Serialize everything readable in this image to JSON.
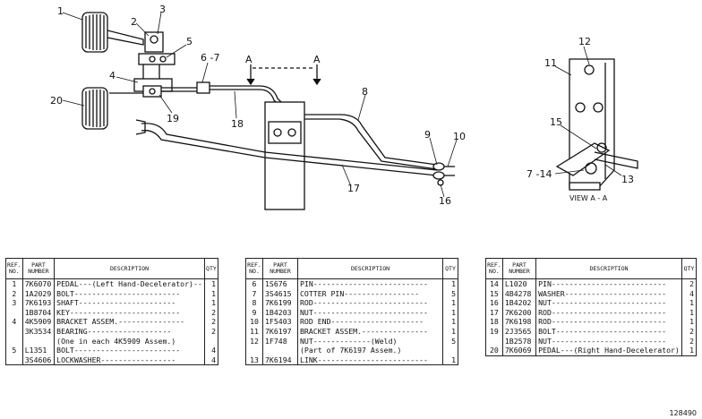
{
  "callouts": [
    {
      "id": "c1",
      "text": "1"
    },
    {
      "id": "c2",
      "text": "2"
    },
    {
      "id": "c3",
      "text": "3"
    },
    {
      "id": "c4",
      "text": "4"
    },
    {
      "id": "c5",
      "text": "5"
    },
    {
      "id": "c67",
      "text": "6 -7"
    },
    {
      "id": "c8",
      "text": "8"
    },
    {
      "id": "c9",
      "text": "9"
    },
    {
      "id": "c10",
      "text": "10"
    },
    {
      "id": "c11",
      "text": "11"
    },
    {
      "id": "c12",
      "text": "12"
    },
    {
      "id": "c13",
      "text": "13"
    },
    {
      "id": "c714",
      "text": "7 -14"
    },
    {
      "id": "c15",
      "text": "15"
    },
    {
      "id": "c16",
      "text": "16"
    },
    {
      "id": "c17",
      "text": "17"
    },
    {
      "id": "c18",
      "text": "18"
    },
    {
      "id": "c19",
      "text": "19"
    },
    {
      "id": "c20",
      "text": "20"
    }
  ],
  "section_marks": {
    "left": "A",
    "right": "A"
  },
  "view_label": "VIEW A - A",
  "catalog_number": "128490",
  "table_headers": {
    "ref": "REF. NO.",
    "part": "PART NUMBER",
    "desc": "DESCRIPTION",
    "qty": "QTY"
  },
  "tables": [
    {
      "rows": [
        {
          "ref": "1",
          "part": "7K6070",
          "desc": "PEDAL---(Left Hand-Decelerator)--",
          "qty": "1"
        },
        {
          "ref": "2",
          "part": "1A2029",
          "desc": "BOLT------------------------",
          "qty": "1"
        },
        {
          "ref": "3",
          "part": "7K6193",
          "desc": "SHAFT----------------------",
          "qty": "1"
        },
        {
          "ref": "",
          "part": "1B8704",
          "desc": "KEY-------------------------",
          "qty": "2"
        },
        {
          "ref": "4",
          "part": "4K5909",
          "desc": "BRACKET ASSEM.---------------",
          "qty": "2"
        },
        {
          "ref": "",
          "part": "3K3534",
          "desc": "   BEARING-------------------",
          "qty": "2"
        },
        {
          "ref": "",
          "part": "",
          "desc": "   (One in each 4K5909 Assem.)",
          "qty": ""
        },
        {
          "ref": "5",
          "part": "L1351",
          "desc": "BOLT------------------------",
          "qty": "4"
        },
        {
          "ref": "",
          "part": "3S4606",
          "desc": "LOCKWASHER-----------------",
          "qty": "4"
        }
      ]
    },
    {
      "rows": [
        {
          "ref": "6",
          "part": "1S676",
          "desc": "PIN--------------------------",
          "qty": "1"
        },
        {
          "ref": "7",
          "part": "3S4615",
          "desc": "COTTER PIN-----------------",
          "qty": "5"
        },
        {
          "ref": "8",
          "part": "7K6199",
          "desc": "ROD--------------------------",
          "qty": "1"
        },
        {
          "ref": "9",
          "part": "1B4203",
          "desc": "NUT--------------------------",
          "qty": "1"
        },
        {
          "ref": "10",
          "part": "1F5403",
          "desc": "ROD END---------------------",
          "qty": "1"
        },
        {
          "ref": "11",
          "part": "7K6197",
          "desc": "BRACKET ASSEM.---------------",
          "qty": "1"
        },
        {
          "ref": "12",
          "part": "1F748",
          "desc": "   NUT-------------(Weld)",
          "qty": "5"
        },
        {
          "ref": "",
          "part": "",
          "desc": "   (Part of 7K6197 Assem.)",
          "qty": ""
        },
        {
          "ref": "13",
          "part": "7K6194",
          "desc": "LINK-------------------------",
          "qty": "1"
        }
      ]
    },
    {
      "rows": [
        {
          "ref": "14",
          "part": "L1020",
          "desc": "PIN--------------------------",
          "qty": "2"
        },
        {
          "ref": "15",
          "part": "4B4278",
          "desc": "WASHER-----------------------",
          "qty": "4"
        },
        {
          "ref": "16",
          "part": "1B4202",
          "desc": "NUT--------------------------",
          "qty": "1"
        },
        {
          "ref": "17",
          "part": "7K6200",
          "desc": "ROD--------------------------",
          "qty": "1"
        },
        {
          "ref": "18",
          "part": "7K6198",
          "desc": "ROD--------------------------",
          "qty": "1"
        },
        {
          "ref": "19",
          "part": "2J3565",
          "desc": "BOLT-------------------------",
          "qty": "2"
        },
        {
          "ref": "",
          "part": "1B2578",
          "desc": "NUT--------------------------",
          "qty": "2"
        },
        {
          "ref": "20",
          "part": "7K6069",
          "desc": "PEDAL---(Right Hand-Decelerator)",
          "qty": "1"
        }
      ]
    }
  ]
}
